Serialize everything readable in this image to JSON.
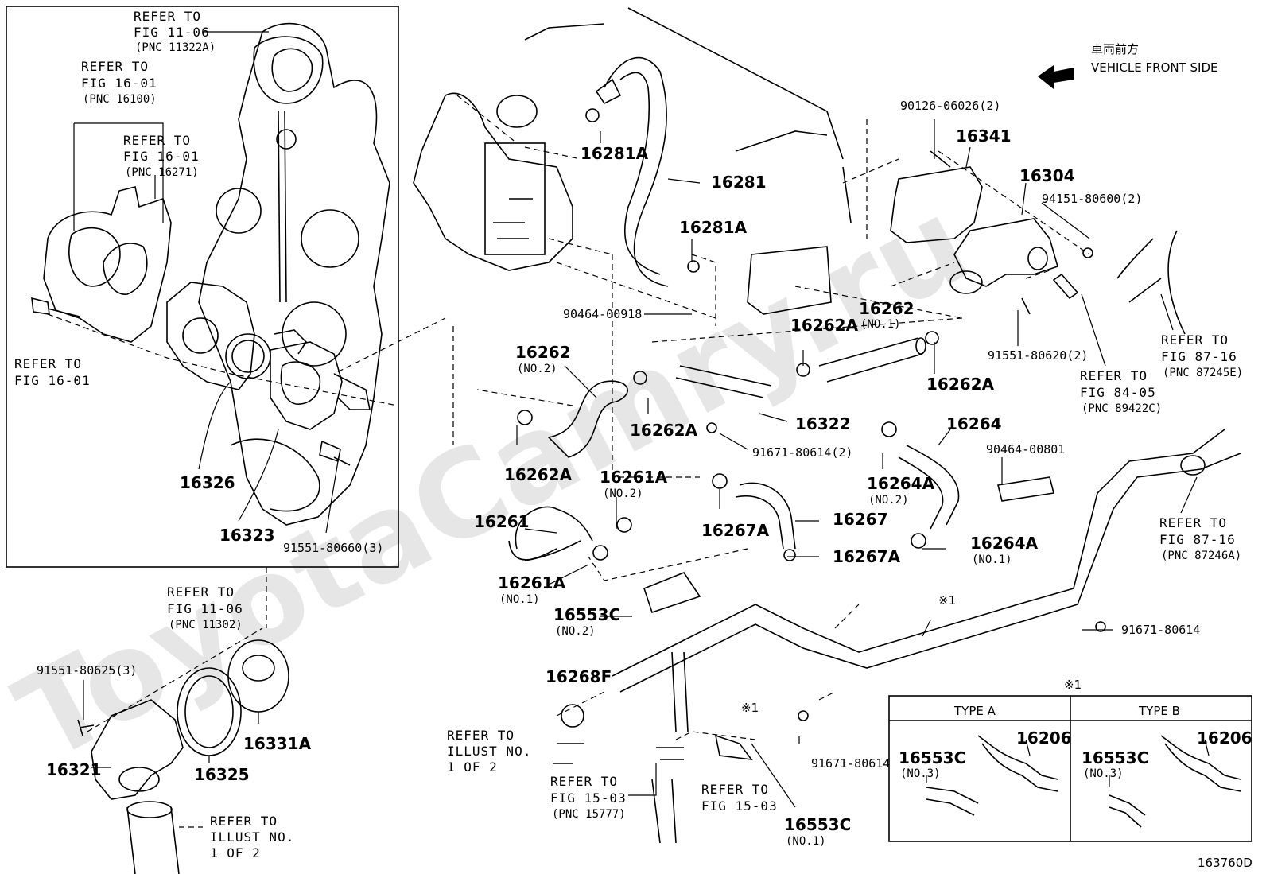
{
  "diagram_id": "163760D",
  "watermark": "ToyotaCamry.ru",
  "orientation": {
    "jp": "車両前方",
    "en": "VEHICLE FRONT SIDE"
  },
  "refs": {
    "fig1106a": [
      "REFER TO",
      "FIG 11-06",
      "(PNC 11322A)"
    ],
    "fig1601a": [
      "REFER TO",
      "FIG 16-01",
      "(PNC 16100)"
    ],
    "fig1601b": [
      "REFER TO",
      "FIG 16-01",
      "(PNC 16271)"
    ],
    "fig1601c": [
      "REFER TO",
      "FIG 16-01"
    ],
    "fig1106b": [
      "REFER TO",
      "FIG 11-06",
      "(PNC 11302)"
    ],
    "illust1": [
      "REFER TO",
      "ILLUST NO.",
      "1 OF 2"
    ],
    "illust2": [
      "REFER TO",
      "ILLUST NO.",
      "1 OF 2"
    ],
    "fig1503a": [
      "REFER TO",
      "FIG 15-03",
      "(PNC 15777)"
    ],
    "fig1503b": [
      "REFER TO",
      "FIG 15-03"
    ],
    "fig8716a": [
      "REFER TO",
      "FIG 87-16",
      "(PNC 87245E)"
    ],
    "fig8405": [
      "REFER TO",
      "FIG 84-05",
      "(PNC 89422C)"
    ],
    "fig8716b": [
      "REFER TO",
      "FIG 87-16",
      "(PNC 87246A)"
    ]
  },
  "labels": {
    "p16326": "16326",
    "p16323": "16323",
    "p9155180660": "91551-80660(3)",
    "p9155180625": "91551-80625(3)",
    "p16321": "16321",
    "p16325": "16325",
    "p16331A": "16331A",
    "p16281A_top": "16281A",
    "p16281": "16281",
    "p16281A_mid": "16281A",
    "p9046400918": "90464-00918",
    "p16262_no2": "16262",
    "p16262_no2_sub": "(NO.2)",
    "p16262A_a": "16262A",
    "p16262A_b": "16262A",
    "p16262A_c": "16262A",
    "p16262A_d": "16262A",
    "p16262_no1": "16262",
    "p16262_no1_sub": "(NO.1)",
    "p16322": "16322",
    "p9167180614_2": "91671-80614(2)",
    "p16261": "16261",
    "p16261A_no2": "16261A",
    "p16261A_no2_sub": "(NO.2)",
    "p16261A_no1": "16261A",
    "p16261A_no1_sub": "(NO.1)",
    "p16267A_a": "16267A",
    "p16267": "16267",
    "p16267A_b": "16267A",
    "p16264": "16264",
    "p16264A_no2": "16264A",
    "p16264A_no2_sub": "(NO.2)",
    "p16264A_no1": "16264A",
    "p16264A_no1_sub": "(NO.1)",
    "p9046400801": "90464-00801",
    "p16553C_no2": "16553C",
    "p16553C_no2_sub": "(NO.2)",
    "p16268F": "16268F",
    "p16553C_no1": "16553C",
    "p16553C_no1_sub": "(NO.1)",
    "p9167180614_a": "91671-80614",
    "p9167180614_b": "91671-80614",
    "p9012606026": "90126-06026(2)",
    "p16341": "16341",
    "p16304": "16304",
    "p9415180600": "94151-80600(2)",
    "p9155180620": "91551-80620(2)",
    "ast1_a": "※1",
    "ast1_b": "※1",
    "ast1_c": "※1"
  },
  "inset": {
    "type_a": "TYPE A",
    "type_b": "TYPE B",
    "a_16553C": "16553C",
    "a_16553C_sub": "(NO.3)",
    "a_16206": "16206",
    "b_16553C": "16553C",
    "b_16553C_sub": "(NO.3)",
    "b_16206": "16206"
  }
}
